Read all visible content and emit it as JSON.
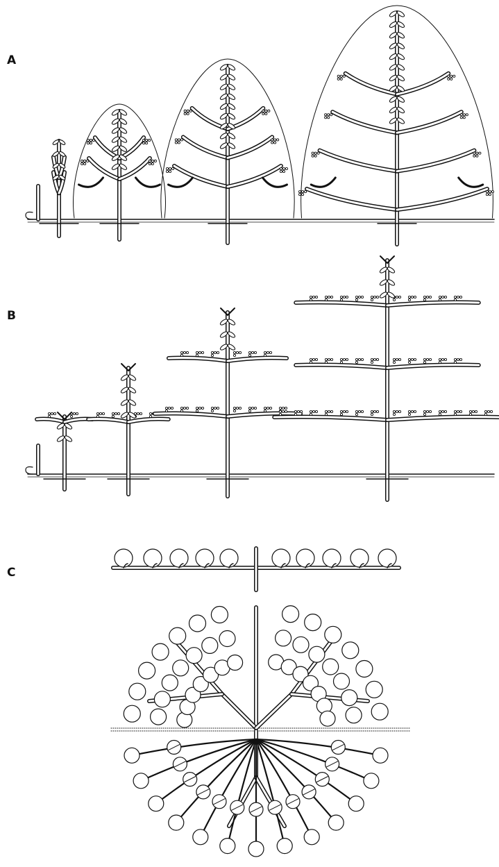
{
  "figure": {
    "panels": [
      {
        "label": "A",
        "plants": 5
      },
      {
        "label": "B",
        "plants": 5
      },
      {
        "label": "C"
      }
    ]
  }
}
